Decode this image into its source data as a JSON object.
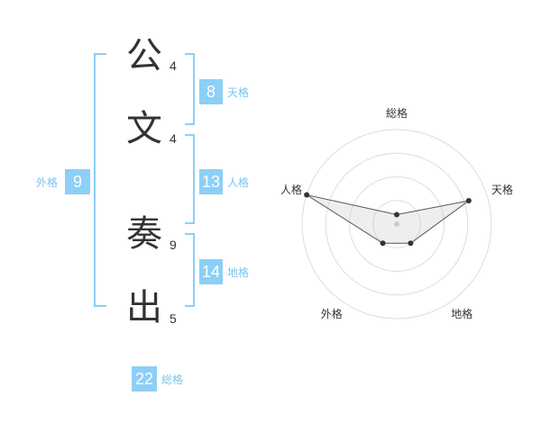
{
  "accent_color": "#8ccff7",
  "label_color": "#7cc3ef",
  "characters": [
    {
      "char": "公",
      "strokes": "4"
    },
    {
      "char": "文",
      "strokes": "4"
    },
    {
      "char": "奏",
      "strokes": "9"
    },
    {
      "char": "出",
      "strokes": "5"
    }
  ],
  "fortunes": {
    "tenkaku": {
      "value": "8",
      "label": "天格"
    },
    "jinkaku": {
      "value": "13",
      "label": "人格"
    },
    "chikaku": {
      "value": "14",
      "label": "地格"
    },
    "gaikaku": {
      "value": "9",
      "label": "外格"
    },
    "soukaku": {
      "value": "22",
      "label": "総格"
    }
  },
  "chart_data": {
    "type": "radar",
    "axes": [
      "総格",
      "天格",
      "地格",
      "外格",
      "人格"
    ],
    "values": [
      0.1,
      0.8,
      0.25,
      0.25,
      1.0
    ],
    "range": [
      0,
      1
    ],
    "rings": 4
  }
}
